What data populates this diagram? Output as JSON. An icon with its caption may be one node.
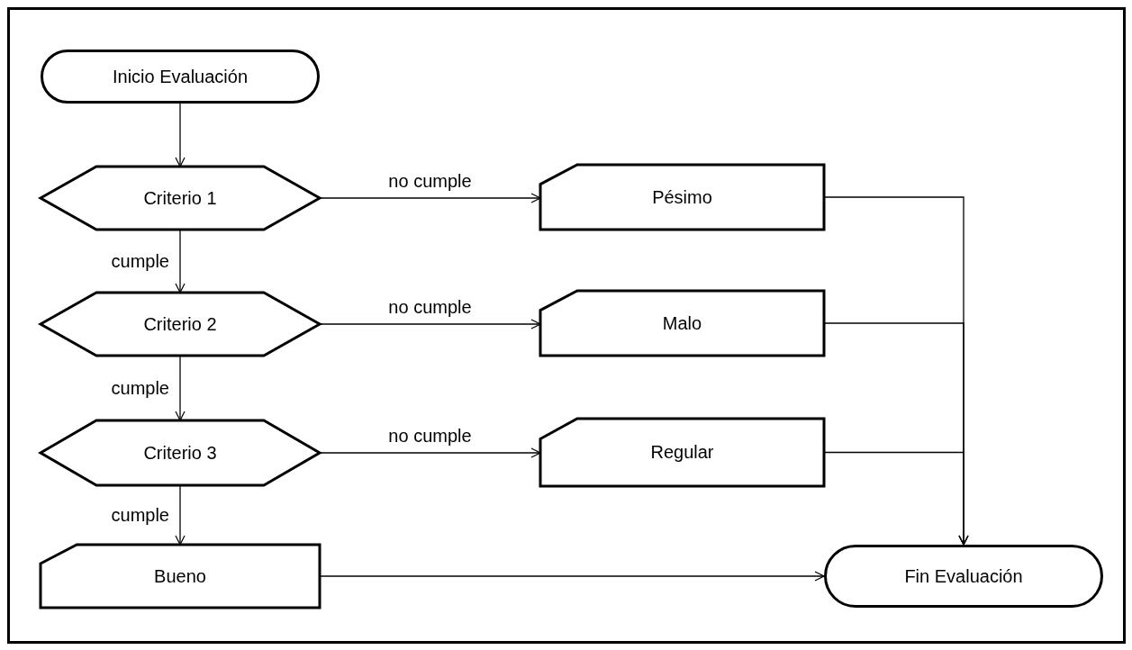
{
  "diagram": {
    "nodes": [
      {
        "text": [
          "Inicio Evaluación"
        ]
      },
      {
        "text": [
          "Criterio 1"
        ]
      },
      {
        "text": [
          "Pésimo"
        ]
      },
      {
        "text": [
          "Criterio 2"
        ]
      },
      {
        "text": [
          "Malo"
        ]
      },
      {
        "text": [
          "Criterio 3"
        ]
      },
      {
        "text": [
          "Regular"
        ]
      },
      {
        "text": [
          "Bueno"
        ]
      },
      {
        "text": [
          "Fin Evaluación"
        ]
      }
    ],
    "edges": [
      {
        "from": 0,
        "to": 1,
        "arrow": "to"
      },
      {
        "from": 1,
        "to": 2,
        "label": "no cumple",
        "arrow": "to"
      },
      {
        "from": 1,
        "to": 3,
        "label": "cumple",
        "arrow": "to"
      },
      {
        "from": 3,
        "to": 4,
        "label": "no cumple",
        "arrow": "to"
      },
      {
        "from": 3,
        "to": 5,
        "label": "cumple",
        "arrow": "to"
      },
      {
        "from": 5,
        "to": 6,
        "label": "no cumple",
        "arrow": "to"
      },
      {
        "from": 5,
        "to": 7,
        "label": "cumple",
        "arrow": "to"
      },
      {
        "from": 2,
        "to": 8,
        "arrow": "to"
      },
      {
        "from": 4,
        "to": 8,
        "arrow": "to"
      },
      {
        "from": 6,
        "to": 8,
        "arrow": "to"
      },
      {
        "from": 7,
        "to": 8,
        "arrow": "to"
      }
    ]
  }
}
